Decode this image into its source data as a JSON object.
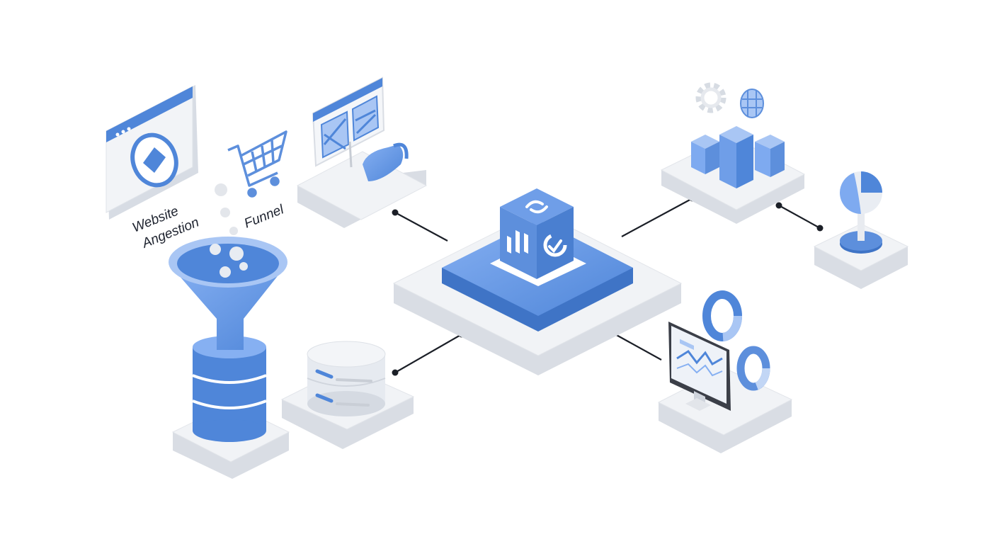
{
  "labels": {
    "website_line1": "Website",
    "website_line2": "Angestion",
    "funnel": "Funnel"
  },
  "colors": {
    "primary_blue": "#4f86d9",
    "light_blue": "#7eaaf0",
    "pale_blue": "#c9dbf7",
    "platform_top": "#f1f3f6",
    "platform_side": "#dadee5",
    "connector": "#1b1f27"
  },
  "icons": [
    "browser-window-icon",
    "shopping-cart-icon",
    "funnel-icon",
    "database-cylinder-icon",
    "image-editor-icon",
    "central-data-cube-icon",
    "bar-chart-blocks-icon",
    "gear-icon",
    "globe-icon",
    "monitor-line-chart-icon",
    "donut-chart-icon"
  ]
}
